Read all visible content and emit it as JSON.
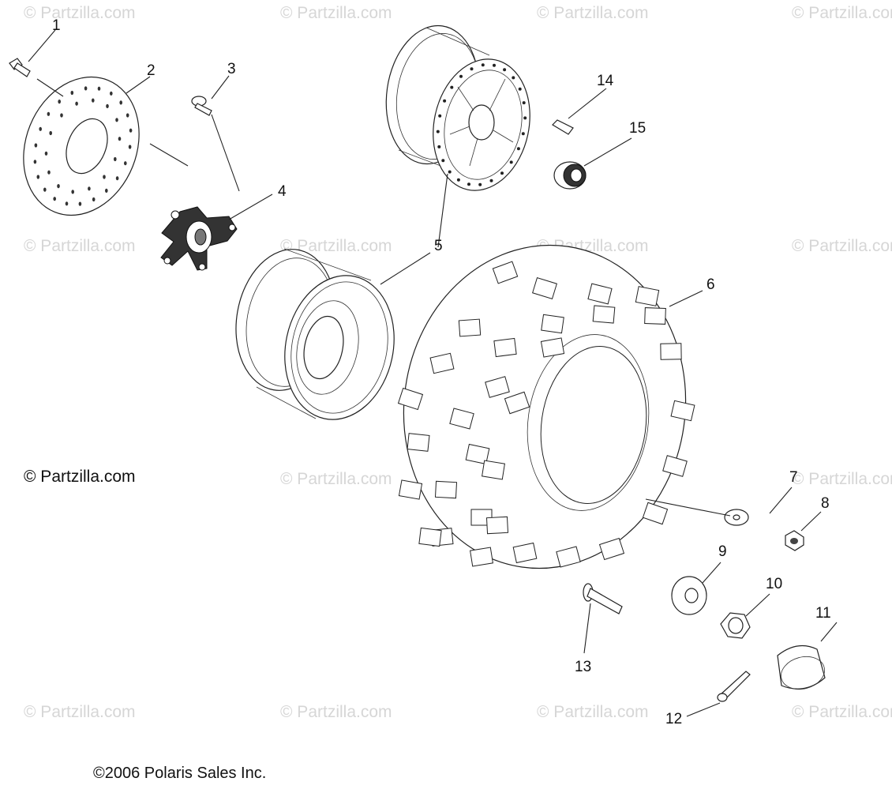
{
  "watermark": "© Partzilla.com",
  "credit_main": "© Partzilla.com",
  "credit_copyright": "©2006 Polaris Sales Inc.",
  "callouts": [
    "1",
    "2",
    "3",
    "4",
    "5",
    "6",
    "7",
    "8",
    "9",
    "10",
    "11",
    "12",
    "13",
    "14",
    "15"
  ],
  "parts": [
    {
      "callout": "1",
      "part": "bolt"
    },
    {
      "callout": "2",
      "part": "brake-disc"
    },
    {
      "callout": "3",
      "part": "bolt"
    },
    {
      "callout": "4",
      "part": "wheel-hub"
    },
    {
      "callout": "5",
      "part": "wheel-rim"
    },
    {
      "callout": "6",
      "part": "tire"
    },
    {
      "callout": "7",
      "part": "washer"
    },
    {
      "callout": "8",
      "part": "lug-nut"
    },
    {
      "callout": "9",
      "part": "washer"
    },
    {
      "callout": "10",
      "part": "castle-nut"
    },
    {
      "callout": "11",
      "part": "hub-cap"
    },
    {
      "callout": "12",
      "part": "cotter-pin"
    },
    {
      "callout": "13",
      "part": "pin"
    },
    {
      "callout": "14",
      "part": "valve-stem"
    },
    {
      "callout": "15",
      "part": "valve-cap"
    }
  ]
}
